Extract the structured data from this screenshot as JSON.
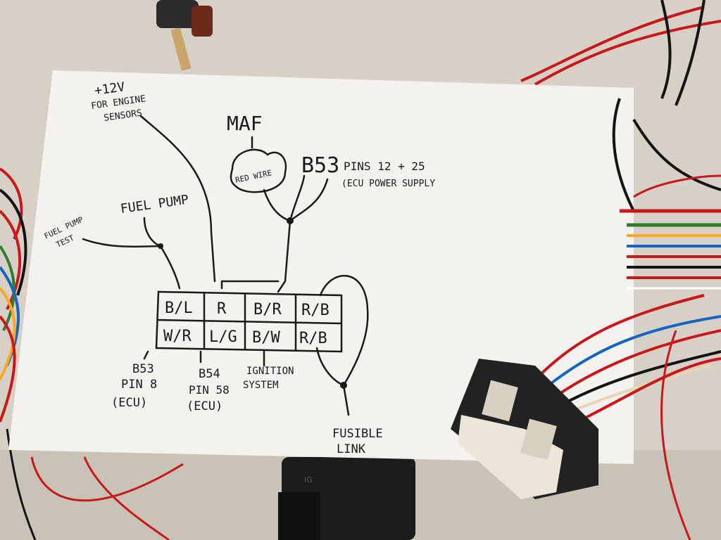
{
  "photo": {
    "paper_color": "#f3f2ef",
    "ink_color": "#1a1a1a",
    "wire_red": "#c8181c",
    "wire_black": "#141414",
    "connector_white": "#ece6d8",
    "connector_black": "#222222"
  },
  "labels": {
    "power_line1": "+12V",
    "power_line2": "FOR ENGINE",
    "power_line3": "SENSORS",
    "maf": "MAF",
    "red_wire": "RED WIRE",
    "b53_pins": "B53",
    "pins_text": "PINS 12 + 25",
    "ecu_power": "(ECU POWER SUPPLY",
    "fuel_pump": "FUEL PUMP",
    "fuel_pump_test_1": "FUEL PUMP",
    "fuel_pump_test_2": "TEST",
    "b53_pin8_1": "B53",
    "b53_pin8_2": "PIN 8",
    "b53_pin8_3": "(ECU)",
    "b54_pin58_1": "B54",
    "b54_pin58_2": "PIN 58",
    "b54_pin58_3": "(ECU)",
    "ignition_1": "IGNITION",
    "ignition_2": "SYSTEM",
    "fusible_1": "FUSIBLE",
    "fusible_2": "LINK"
  },
  "connector_grid": {
    "top_row": [
      "B/L",
      "R",
      "B/R",
      "R/B"
    ],
    "bottom_row": [
      "W/R",
      "L/G",
      "B/W",
      "R/B"
    ]
  }
}
